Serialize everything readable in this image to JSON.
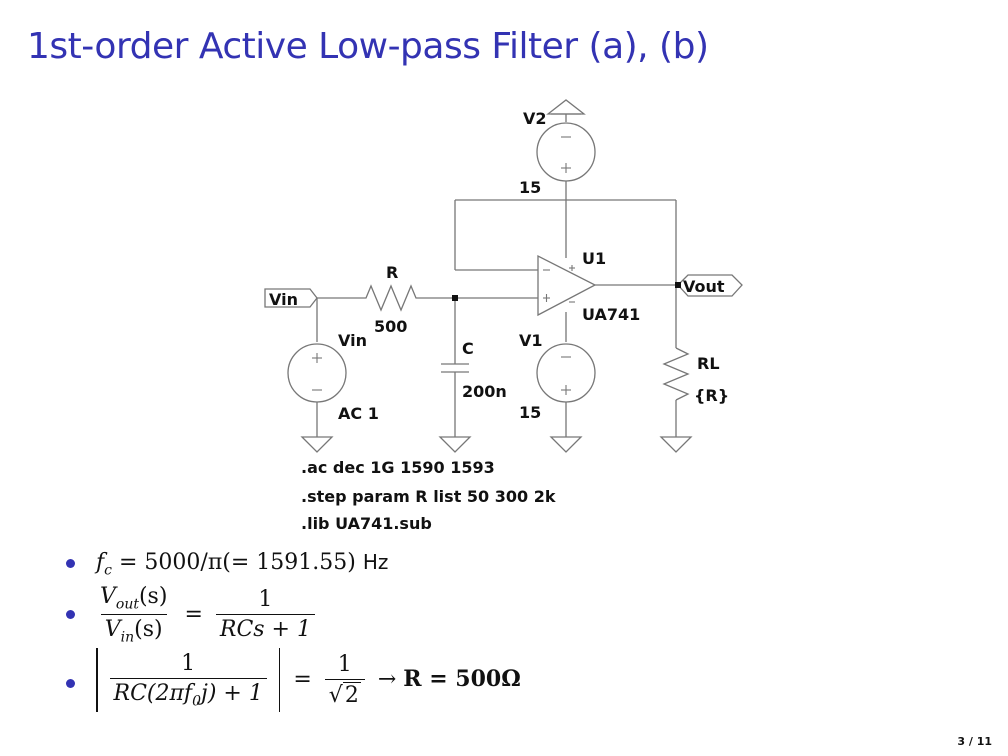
{
  "title": "1st-order Active Low-pass Filter (a), (b)",
  "schematic": {
    "labels": {
      "v2": "V2",
      "v2_value": "15",
      "u1": "U1",
      "u1_model": "UA741",
      "r": "R",
      "r_value": "500",
      "vin_port": "Vin",
      "vin_source": "Vin",
      "vin_source_value": "AC 1",
      "c": "C",
      "c_value": "200n",
      "v1": "V1",
      "v1_value": "15",
      "vout_port": "Vout",
      "rl": "RL",
      "rl_value": "{R}"
    },
    "directives": [
      ".ac dec 1G 1590 1593",
      ".step param R list 50 300 2k",
      ".lib UA741.sub"
    ]
  },
  "bullets": {
    "b1": {
      "lhs": "f",
      "lhs_sub": "c",
      "eq": "= 5000/π(= 1591.55)",
      "unit": "Hz"
    },
    "b2": {
      "num": "V",
      "num_sub": "out",
      "num_arg": "(s)",
      "den": "V",
      "den_sub": "in",
      "den_arg": "(s)",
      "eq": "=",
      "rhs_num": "1",
      "rhs_den": "RCs + 1"
    },
    "b3": {
      "num": "1",
      "den_a": "RC(2πf",
      "den_sub": "0",
      "den_b": "j) + 1",
      "eq": "=",
      "rhs_num": "1",
      "rhs_rad": "2",
      "arrow": "→",
      "result": "R = 500Ω"
    }
  },
  "page_number": "3 / 11"
}
